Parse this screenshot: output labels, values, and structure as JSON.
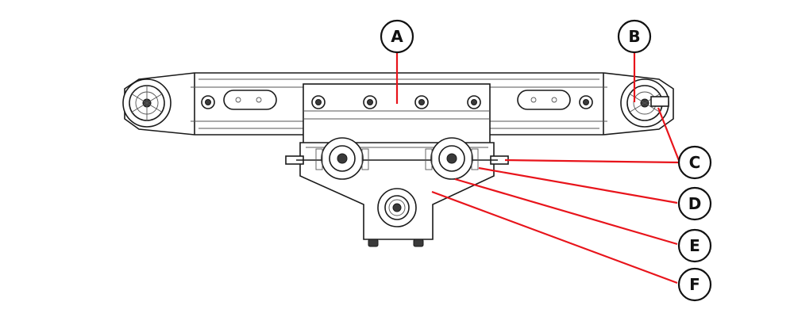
{
  "colors": {
    "leader": "#e8141b",
    "outline": "#1a1a1a",
    "callout_ring": "#111111"
  },
  "callouts": [
    {
      "id": "a",
      "label": "A"
    },
    {
      "id": "b",
      "label": "B"
    },
    {
      "id": "c",
      "label": "C"
    },
    {
      "id": "d",
      "label": "D"
    },
    {
      "id": "e",
      "label": "E"
    },
    {
      "id": "f",
      "label": "F"
    }
  ]
}
